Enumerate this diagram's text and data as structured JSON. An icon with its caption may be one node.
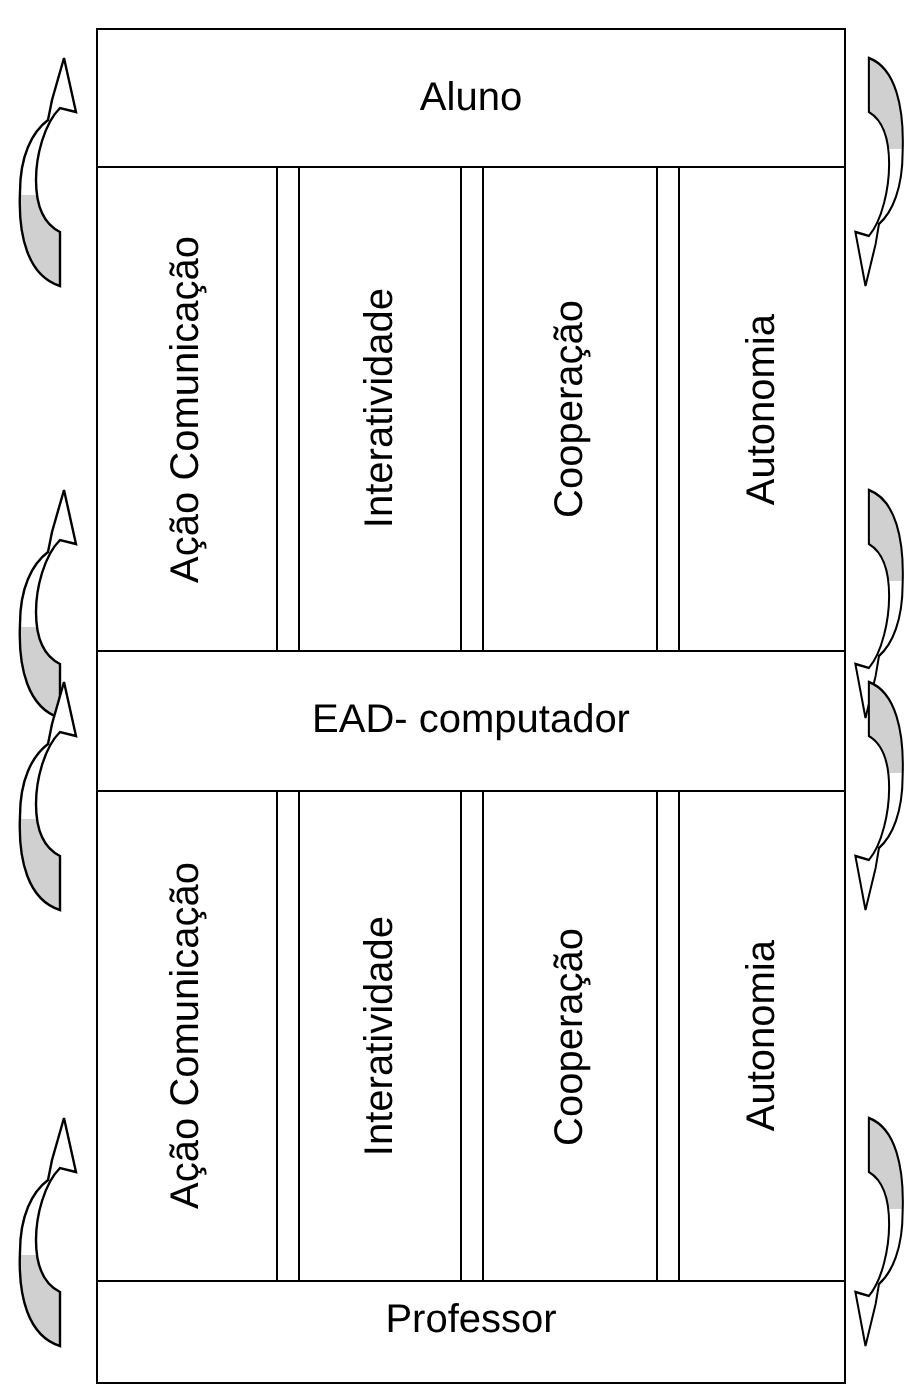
{
  "diagram": {
    "nodes": [
      {
        "text": [
          "Aluno"
        ]
      },
      {
        "text": [
          "Ação Comunicação"
        ]
      },
      {
        "text": [
          "Interatividade"
        ]
      },
      {
        "text": [
          "Cooperação"
        ]
      },
      {
        "text": [
          "Autonomia"
        ]
      },
      {
        "text": [
          "EAD- computador"
        ]
      },
      {
        "text": [
          "Ação Comunicação"
        ]
      },
      {
        "text": [
          "Interatividade"
        ]
      },
      {
        "text": [
          "Cooperação"
        ]
      },
      {
        "text": [
          "Autonomia"
        ]
      },
      {
        "text": [
          "Professor"
        ]
      }
    ],
    "edges": [
      {
        "from": 1,
        "to": 0,
        "arrow": "to"
      },
      {
        "from": 5,
        "to": 1,
        "arrow": "to"
      },
      {
        "from": 6,
        "to": 5,
        "arrow": "to"
      },
      {
        "from": 10,
        "to": 6,
        "arrow": "to"
      },
      {
        "from": 0,
        "to": 4,
        "arrow": "to"
      },
      {
        "from": 4,
        "to": 5,
        "arrow": "to"
      },
      {
        "from": 5,
        "to": 9,
        "arrow": "to"
      },
      {
        "from": 9,
        "to": 10,
        "arrow": "to"
      }
    ]
  }
}
